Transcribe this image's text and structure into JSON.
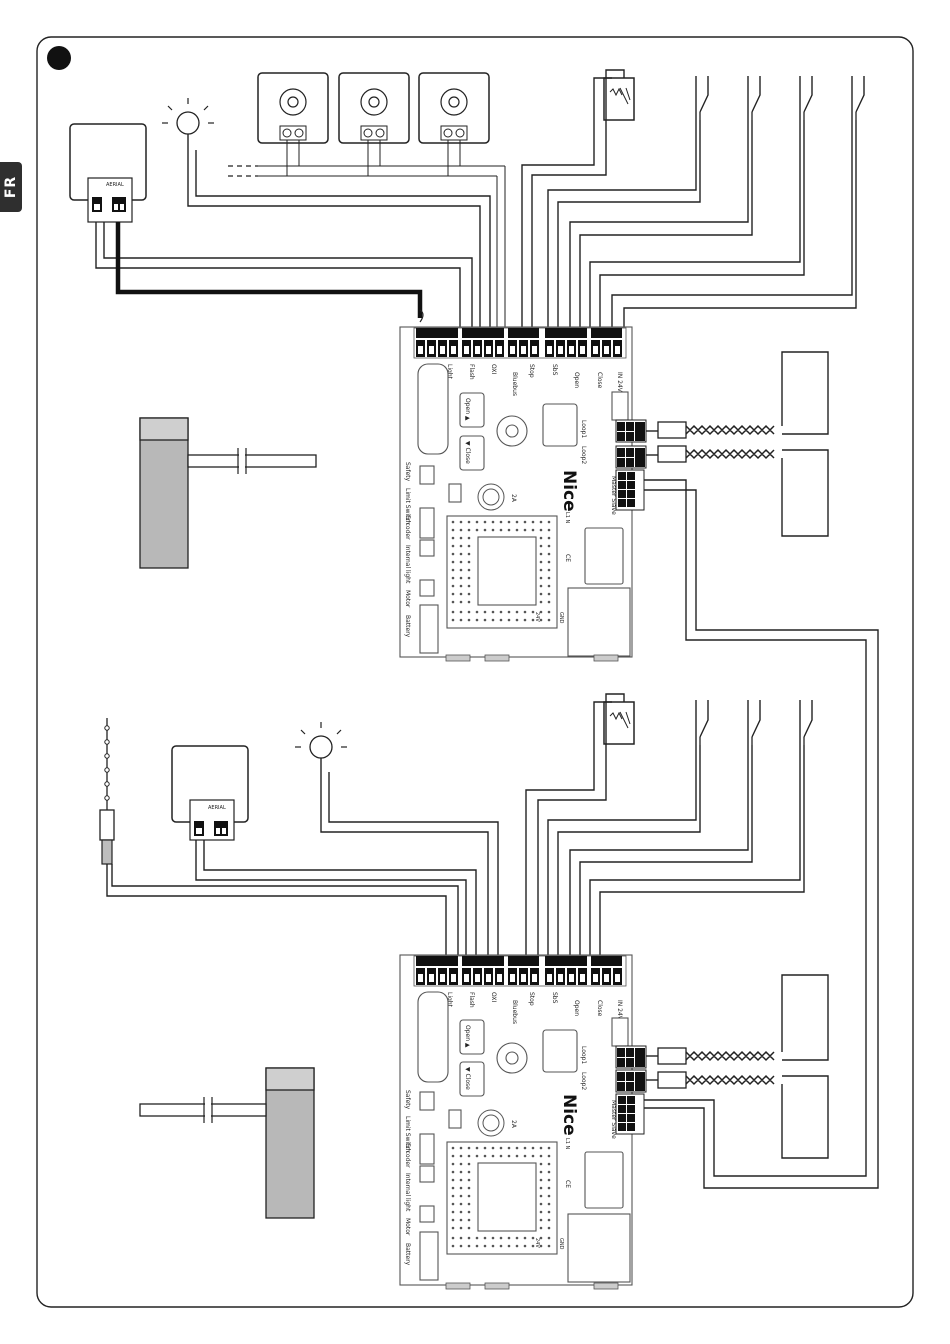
{
  "page": {
    "language_tab": "FR",
    "step_marker": ""
  },
  "board_labels": {
    "brand": "Nice",
    "light": "Light",
    "flash": "Flash",
    "oxi": "OXI",
    "bluebus": "Bluebus",
    "stop": "Stop",
    "sbs": "SbS",
    "open": "Open",
    "close": "Close",
    "input_24v": "IN 24V",
    "loop1": "Loop1",
    "loop2": "Loop2",
    "open_btn": "Open ▲",
    "close_btn": "▼ Close",
    "safety": "Safety",
    "limit_switch": "Limit Switch",
    "encoder": "Encoder",
    "internal_light": "Internal light",
    "motor": "Motor",
    "battery": "Battery",
    "fuse": "2A",
    "master_slave": "Master Slave",
    "model": "L1 N",
    "gnd": "GND",
    "v24": "24V",
    "aerial": "AERIAL",
    "ce": "CE"
  }
}
